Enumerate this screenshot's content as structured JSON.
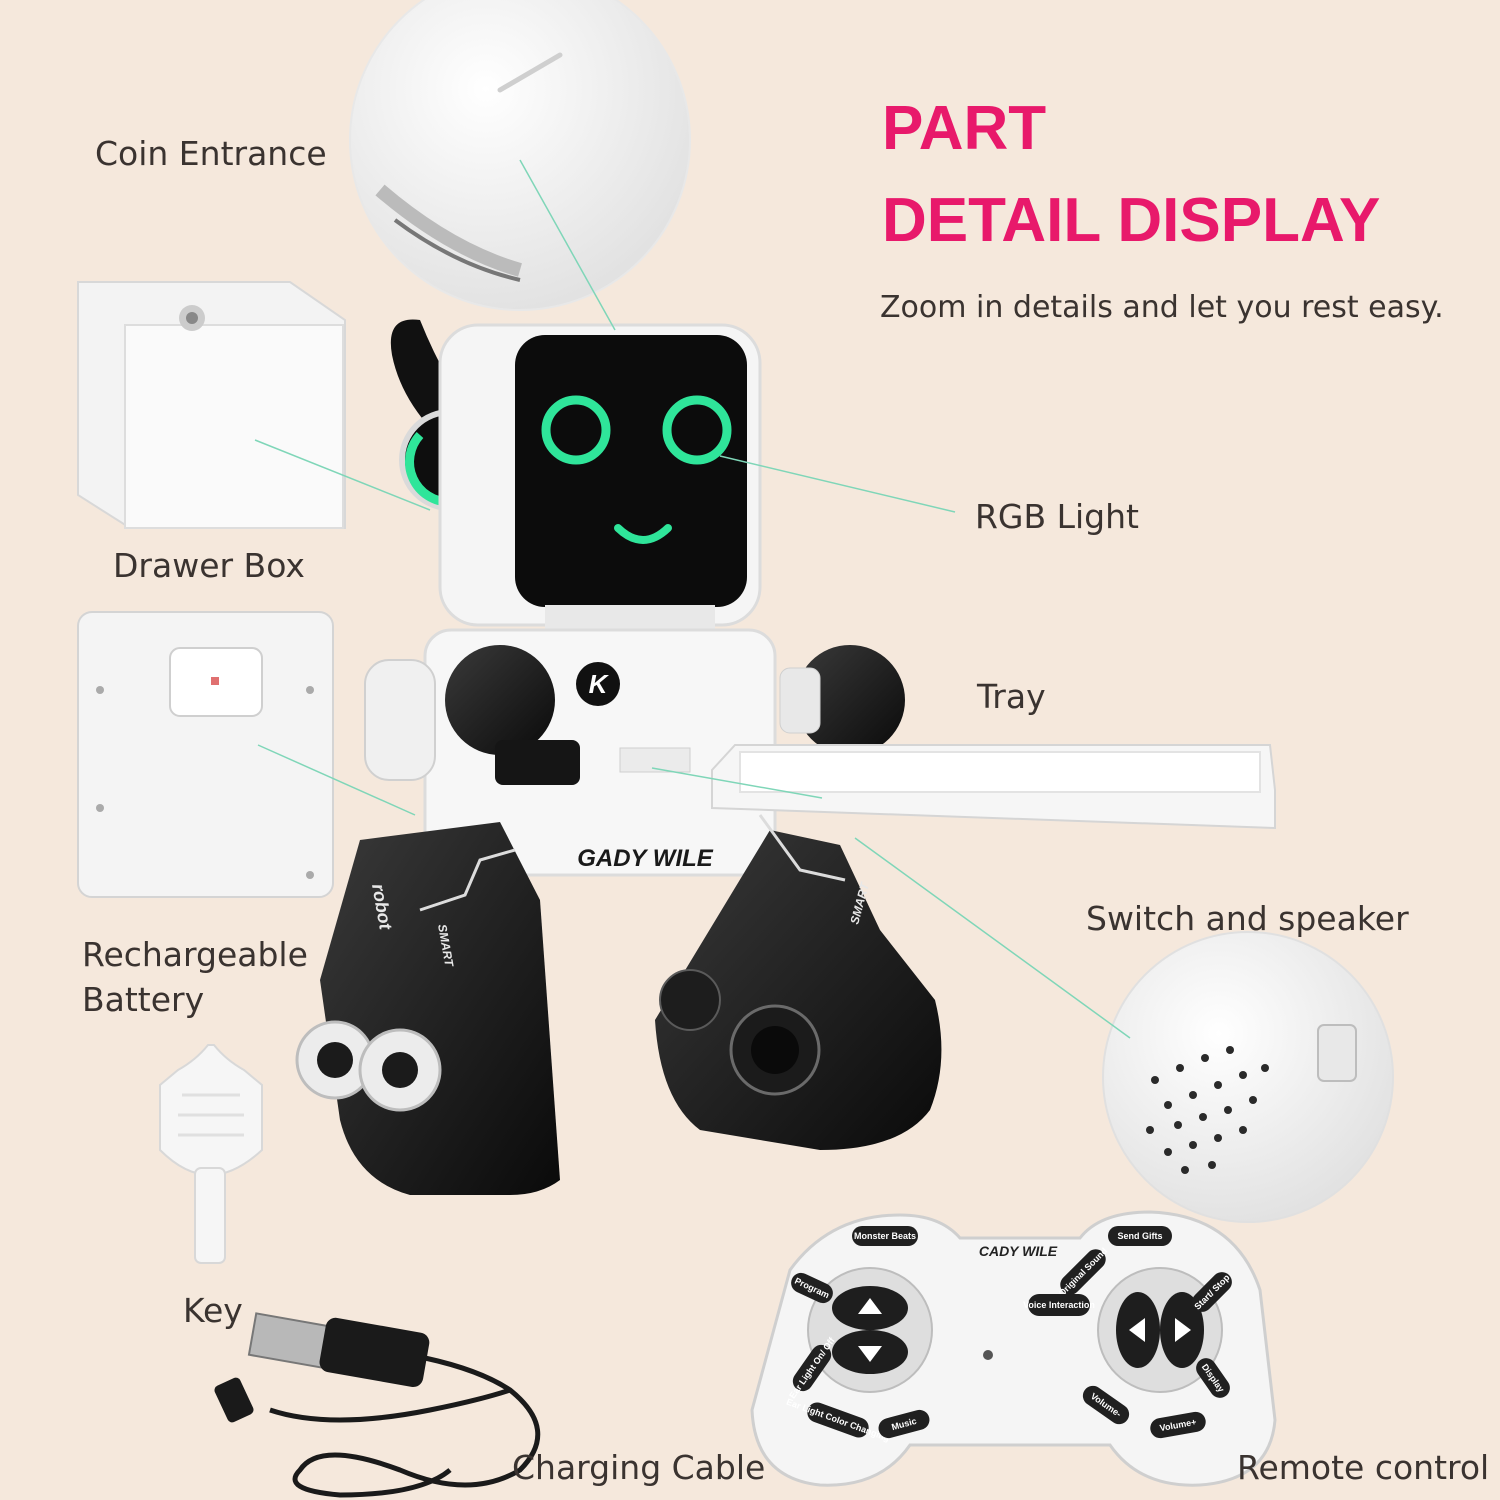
{
  "heading": {
    "line1": "PART",
    "line2": "DETAIL DISPLAY",
    "subtitle": "Zoom in details and let you rest easy."
  },
  "labels": {
    "coin_entrance": "Coin Entrance",
    "drawer_box": "Drawer Box",
    "rgb_light": "RGB Light",
    "tray": "Tray",
    "rechargeable_battery_line1": "Rechargeable",
    "rechargeable_battery_line2": "Battery",
    "switch_and_speaker": "Switch and speaker",
    "key": "Key",
    "charging_cable": "Charging Cable",
    "remote_control": "Remote control"
  },
  "robot": {
    "chest_badge": "K",
    "body_brand": "GADY WILE",
    "leg_text_left": "robot",
    "leg_text_smart": "SMART"
  },
  "remote": {
    "brand": "CADY WILE",
    "buttons": {
      "monster_beats": "Monster Beats",
      "send_gifts": "Send Gifts",
      "program": "Program",
      "original_sound": "Original Sound",
      "voice_interaction": "Voice Interaction",
      "start_stop": "Start/ Stop",
      "ear_light_on_off": "Ear Light On/ Off",
      "display": "Display",
      "ear_light_color_changing": "Ear Light Color Changing",
      "music": "Music",
      "volume_minus": "Volume-",
      "volume_plus": "Volume+"
    }
  },
  "colors": {
    "background": "#f5e8dc",
    "heading": "#e8196b",
    "led_green": "#2fe59a",
    "leader_line": "#7fd6b8",
    "robot_black": "#161616",
    "robot_white": "#f7f7f7"
  }
}
